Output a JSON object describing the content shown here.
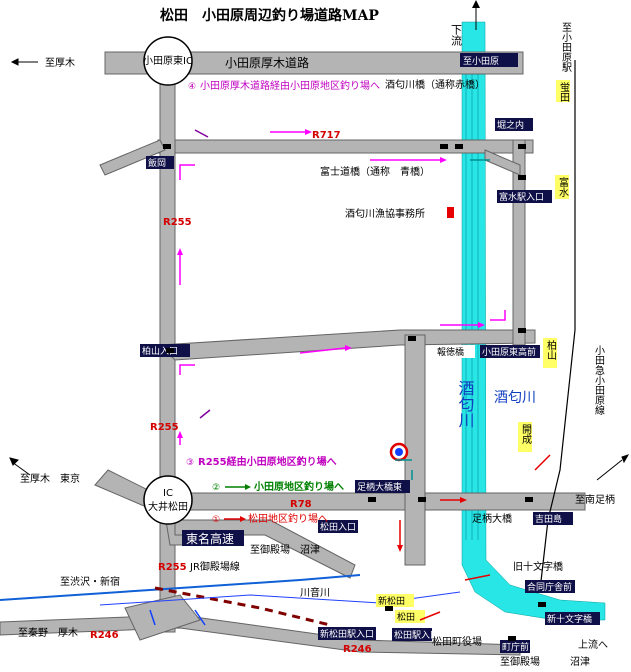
{
  "title": "松田　小田原周辺釣り場道路MAP",
  "colors": {
    "road": "#b4b4b4",
    "road_edge": "#646464",
    "river": "#29e6e6",
    "route_label": "#d40000",
    "arrow_magenta": "#ff00ff",
    "arrow_red": "#e60000",
    "arrow_purple": "#8000a0",
    "arrow_teal": "#009090",
    "arrow_blue": "#1040ff",
    "rail": "#1060d8",
    "sign_bg": "#101048",
    "sign_yellow": "#ffff66",
    "annot_magenta": "#c000c0",
    "annot_green": "#008000",
    "annot_red": "#e00000"
  },
  "compass": {
    "down_label": "下流"
  },
  "icons": {
    "water": "≋",
    "kb": "⊕"
  },
  "directions": {
    "to_atsugi_top": "至厚木",
    "to_odawara_top": "至小田原",
    "to_odawara_sta": "至小田原駅",
    "to_atsugi_tokyo": "至厚木　東京",
    "to_minami_ashigara": "至南足柄",
    "to_gotemba_numazu": "至御殿場　沼津",
    "to_shibuya_shinjuku": "至渋沢・新宿",
    "to_hadano_atsugi": "至秦野　厚木",
    "to_gotemba_bottom": "至御殿場",
    "numazu_bottom": "沼津",
    "upstream": "上流へ"
  },
  "roads": {
    "odawara_atsugi": "小田原厚木道路",
    "r717": "R717",
    "r255_upper": "R255",
    "r255_lower": "R255",
    "r255_bottom": "R255",
    "r78": "R78",
    "r246_left": "R246",
    "r246_bottom": "R246",
    "tomei": "東名高速",
    "jr_gotemba": "JR御殿場線",
    "odakyu_line": "小田急小田原線",
    "kawaotogawa": "川音川",
    "sakawagawa": "酒匂川"
  },
  "signs": {
    "odawara_higashi_ic": "小田原東IC",
    "oi_matsuda_ic_top": "IC",
    "oi_matsuda_ic_bottom": "大井松田",
    "shi_odawara": "至小田原",
    "iioka": "飯岡",
    "hosonomon": "堀之内",
    "tomizu_sta": "富水駅入口",
    "kashiyama": "柏山入口",
    "kamikuzu": "報徳橋",
    "odawara_minami": "小田原東高前",
    "tomizu_vert": "富水",
    "kaisei_vert": "開成",
    "kashiyama_vert": "柏山",
    "hotokuji": "蛍田",
    "ashigara_bridge": "足柄大橋東",
    "kisei": "吉田島",
    "matsuda_sta_entrance": "松田入口",
    "shinmatsuda": "新松田",
    "matsuda_nishi": "松田",
    "shin_matsuda_ent": "新松田駅入口",
    "matsuda_kita": "松田駅入口",
    "kyu_jujibashi": "旧十文字橋",
    "godo_chosha": "合同庁舎前",
    "shin_jujibashi": "新十文字橋",
    "town_office": "町庁前",
    "matsuda_town_hall": "松田町役場"
  },
  "labels": {
    "sakawa_bridge": "酒匂川橋（通称赤橋）",
    "fuji_bridge": "富士道橋（通称　青橋）",
    "fishing_coop": "酒匂川漁協事務所",
    "annot1": "小田原厚木道路経由小田原地区釣り場へ",
    "annot2": "R255経由小田原地区釣り場へ",
    "annot3": "小田原地区釣り場へ",
    "annot4": "松田地区釣り場へ",
    "ashigara_big": "足柄大橋",
    "circle_num1": "④",
    "circle_num2": "③",
    "circle_num3": "②",
    "circle_num4": "①"
  }
}
